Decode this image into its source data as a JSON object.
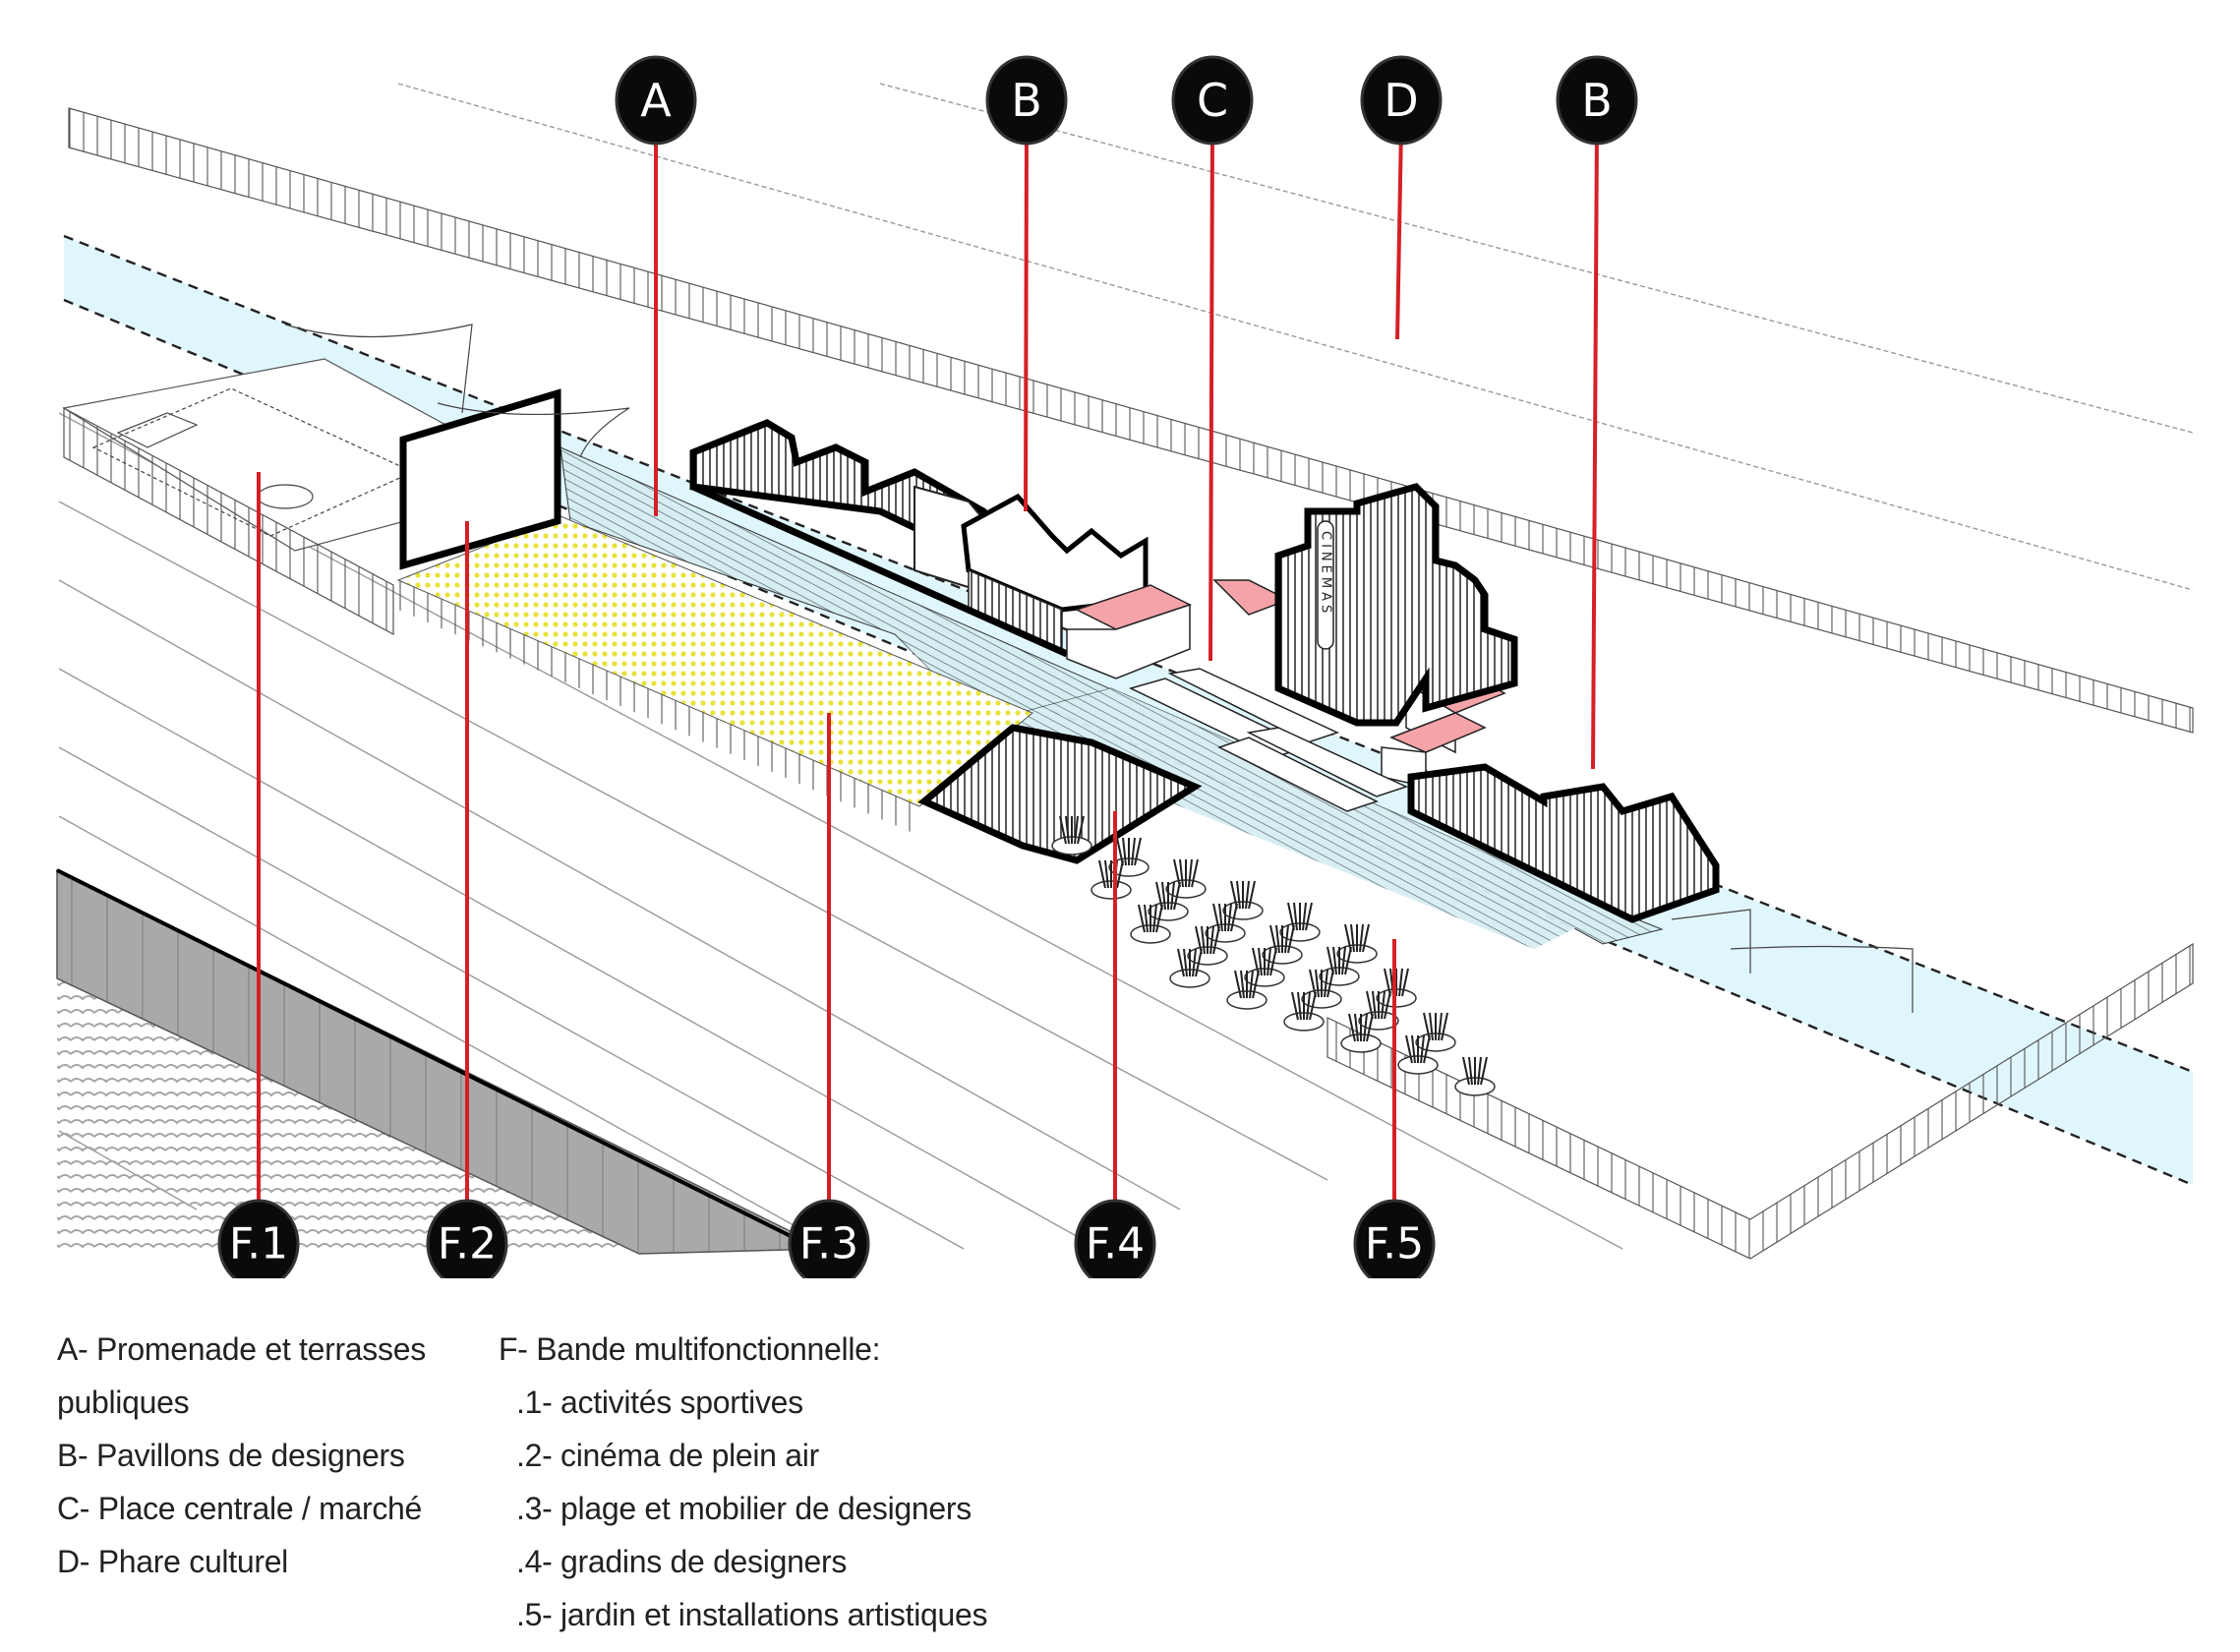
{
  "diagram": {
    "title_markers": [
      {
        "id": "A",
        "label": "A"
      },
      {
        "id": "B1",
        "label": "B"
      },
      {
        "id": "C",
        "label": "C"
      },
      {
        "id": "D",
        "label": "D"
      },
      {
        "id": "B2",
        "label": "B"
      }
    ],
    "bottom_markers": [
      {
        "id": "F1",
        "label": "F.1"
      },
      {
        "id": "F2",
        "label": "F.2"
      },
      {
        "id": "F3",
        "label": "F.3"
      },
      {
        "id": "F4",
        "label": "F.4"
      },
      {
        "id": "F5",
        "label": "F.5"
      }
    ],
    "building_sign": "CINEMAS",
    "colors": {
      "leader": "#d61f26",
      "marker_fill": "#0a0a0a",
      "water_band": "#e0f6fd",
      "promenade": "#cfe7ec",
      "beach_dots": "#e8e23a",
      "truck_roof": "#f4a3a8",
      "quay_wall": "#a9a9a9"
    }
  },
  "legend": {
    "left": [
      "A- Promenade et terrasses",
      "publiques",
      "B- Pavillons de designers",
      "C- Place centrale / marché",
      "D- Phare culturel"
    ],
    "right_title": "F- Bande multifonctionnelle:",
    "right_items": [
      ".1- activités sportives",
      ".2- cinéma de plein air",
      ".3- plage et mobilier de designers",
      ".4- gradins de designers",
      ".5- jardin et installations artistiques"
    ]
  }
}
